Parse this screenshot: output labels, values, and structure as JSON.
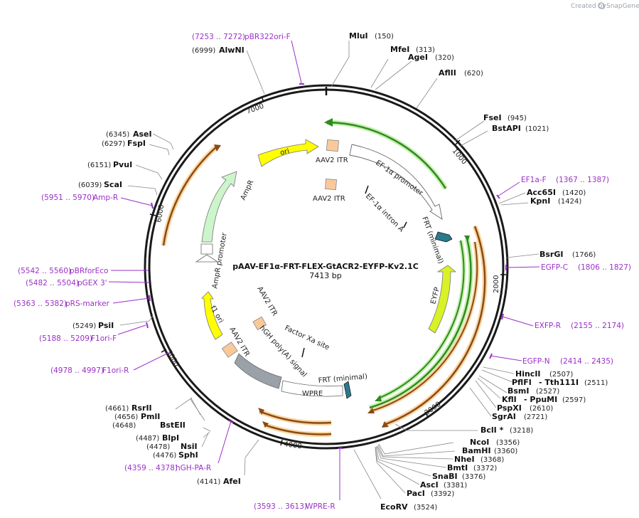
{
  "credit": {
    "created_by": "Created by",
    "brand": "SnapGene"
  },
  "plasmid": {
    "name": "pAAV-EF1α-FRT-FLEX-GtACR2-EYFP-Kv2.1C",
    "size": "7413 bp"
  },
  "ticks": [
    "1000",
    "2000",
    "3000",
    "4000",
    "5000",
    "6000",
    "7000"
  ],
  "sites": [
    {
      "name": "MluI",
      "pos": "(150)"
    },
    {
      "name": "MfeI",
      "pos": "(313)"
    },
    {
      "name": "AgeI",
      "pos": "(320)"
    },
    {
      "name": "AflII",
      "pos": "(620)"
    },
    {
      "name": "FseI",
      "pos": "(945)"
    },
    {
      "name": "BstAPI",
      "pos": "(1021)"
    },
    {
      "name": "Acc65I",
      "pos": "(1420)"
    },
    {
      "name": "KpnI",
      "pos": "(1424)"
    },
    {
      "name": "BsrGI",
      "pos": "(1766)"
    },
    {
      "name": "HincII",
      "pos": "(2507)"
    },
    {
      "name": "PflFI",
      "pos": ""
    },
    {
      "name": "- Tth111I",
      "pos": "(2511)"
    },
    {
      "name": "BsmI",
      "pos": "(2527)"
    },
    {
      "name": "KflI",
      "pos": ""
    },
    {
      "name": "- PpuMI",
      "pos": "(2597)"
    },
    {
      "name": "PspXI",
      "pos": "(2610)"
    },
    {
      "name": "SgrAI",
      "pos": "(2721)"
    },
    {
      "name": "BclI *",
      "pos": "(3218)"
    },
    {
      "name": "NcoI",
      "pos": "(3356)"
    },
    {
      "name": "BamHI",
      "pos": "(3360)"
    },
    {
      "name": "NheI",
      "pos": "(3368)"
    },
    {
      "name": "BmtI",
      "pos": "(3372)"
    },
    {
      "name": "SnaBI",
      "pos": "(3376)"
    },
    {
      "name": "AscI",
      "pos": "(3381)"
    },
    {
      "name": "PacI",
      "pos": "(3392)"
    },
    {
      "name": "EcoRV",
      "pos": "(3524)"
    },
    {
      "name": "AfeI",
      "pos": "(4141)"
    },
    {
      "name": "SphI",
      "pos": "(4476)"
    },
    {
      "name": "NsiI",
      "pos": "(4478)"
    },
    {
      "name": "BlpI",
      "pos": "(4487)"
    },
    {
      "name": "BstEII",
      "pos": "(4648)"
    },
    {
      "name": "PmlI",
      "pos": "(4656)"
    },
    {
      "name": "RsrII",
      "pos": "(4661)"
    },
    {
      "name": "PsiI",
      "pos": "(5249)"
    },
    {
      "name": "ScaI",
      "pos": "(6039)"
    },
    {
      "name": "PvuI",
      "pos": "(6151)"
    },
    {
      "name": "FspI",
      "pos": "(6297)"
    },
    {
      "name": "AseI",
      "pos": "(6345)"
    },
    {
      "name": "AlwNI",
      "pos": "(6999)"
    }
  ],
  "primers": [
    {
      "name": "pBR322ori-F",
      "range": "(7253 .. 7272)"
    },
    {
      "name": "EF1a-F",
      "range": "(1367 .. 1387)"
    },
    {
      "name": "EGFP-C",
      "range": "(1806 .. 1827)"
    },
    {
      "name": "EXFP-R",
      "range": "(2155 .. 2174)"
    },
    {
      "name": "EGFP-N",
      "range": "(2414 .. 2435)"
    },
    {
      "name": "WPRE-R",
      "range": "(3593 .. 3613)"
    },
    {
      "name": "hGH-PA-R",
      "range": "(4359 .. 4378)"
    },
    {
      "name": "F1ori-R",
      "range": "(4978 .. 4997)"
    },
    {
      "name": "F1ori-F",
      "range": "(5188 .. 5209)"
    },
    {
      "name": "pRS-marker",
      "range": "(5363 .. 5382)"
    },
    {
      "name": "pGEX 3'",
      "range": "(5482 .. 5504)"
    },
    {
      "name": "pBRforEco",
      "range": "(5542 .. 5560)"
    },
    {
      "name": "Amp-R",
      "range": "(5951 .. 5970)"
    }
  ],
  "features": {
    "ori": "ori",
    "aav2_itr_1": "AAV2 ITR",
    "aav2_itr_2": "AAV2 ITR",
    "aav2_itr_3": "AAV2 ITR",
    "aav2_itr_4": "AAV2 ITR",
    "ef1a_promoter": "EF-1α promoter",
    "ef1a_intron": "EF-1α intron A",
    "frt_minimal_1": "FRT (minimal)",
    "frt_minimal_2": "FRT (minimal)",
    "eyfp": "EYFP",
    "ampr": "AmpR",
    "ampr_promoter": "AmpR promoter",
    "f1_ori": "f1 ori",
    "factor_xa": "Factor Xa site",
    "hgh_polya": "hGH poly(A) signal",
    "wpre": "WPRE"
  },
  "colors": {
    "backbone": "#1a1a1a",
    "primer": "#9b30c8",
    "ori": "#ffff00",
    "itr": "#f9c99a",
    "ampr": "#ccf5cc",
    "eyfp": "#d9f227",
    "hgh": "#9aa1a8",
    "frt": "#2b7a8c",
    "orf_green": "#2e8b20",
    "orf_brown": "#a0522d"
  }
}
